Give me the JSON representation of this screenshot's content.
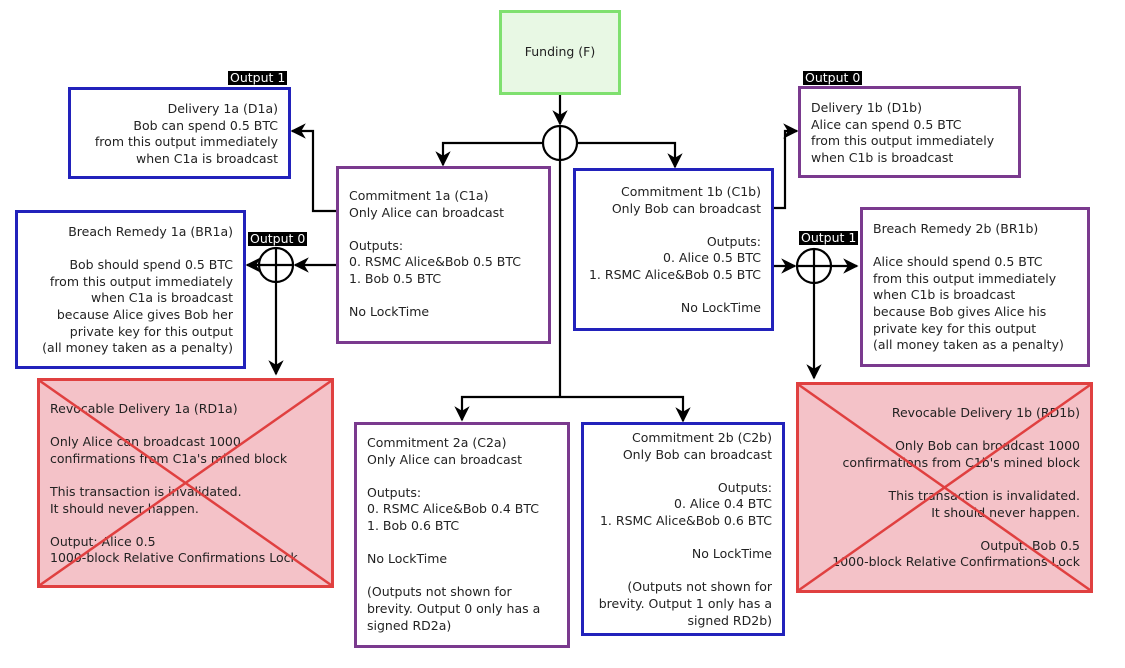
{
  "diagram": {
    "title": "Lightning Network commitment transaction tree",
    "colors": {
      "alice_side": "#7a3a8e",
      "bob_side": "#2222bb",
      "funding_border": "#7fe06f",
      "funding_fill": "#e8f8e4",
      "invalidated_border": "#e04040",
      "invalidated_fill": "#f4c2c8",
      "wire": "#000000"
    },
    "funding": {
      "label": "Funding (F)"
    },
    "output_tags": {
      "d1a": "Output 1",
      "d1b": "Output 0",
      "c1a_split": "Output 0",
      "c1b_split": "Output 1"
    },
    "d1a": {
      "lines": [
        "Delivery 1a (D1a)",
        "Bob can spend 0.5 BTC",
        "from this output immediately",
        "when C1a is broadcast"
      ]
    },
    "d1b": {
      "lines": [
        "Delivery 1b (D1b)",
        "Alice can spend 0.5 BTC",
        "from this output immediately",
        "when C1b is broadcast"
      ]
    },
    "c1a": {
      "lines": [
        "Commitment 1a (C1a)",
        "Only Alice can broadcast",
        "",
        "Outputs:",
        "0. RSMC Alice&Bob 0.5 BTC",
        "1. Bob 0.5 BTC",
        "",
        "No LockTime"
      ]
    },
    "c1b": {
      "lines": [
        "Commitment 1b (C1b)",
        "Only Bob can broadcast",
        "",
        "Outputs:",
        "0. Alice 0.5 BTC",
        "1. RSMC Alice&Bob 0.5 BTC",
        "",
        "No LockTime"
      ]
    },
    "br1a": {
      "lines": [
        "Breach Remedy 1a (BR1a)",
        "",
        "Bob should spend 0.5 BTC",
        "from this output immediately",
        "when C1a is broadcast",
        "because Alice gives Bob her",
        "private key for this output",
        "(all money taken as a penalty)"
      ]
    },
    "br1b": {
      "lines": [
        "Breach Remedy 2b (BR1b)",
        "",
        "Alice should spend 0.5 BTC",
        "from this output immediately",
        "when C1b is broadcast",
        "because Bob gives Alice his",
        "private key for this output",
        "(all money taken as a penalty)"
      ]
    },
    "rd1a": {
      "invalidated": true,
      "lines": [
        "Revocable Delivery 1a (RD1a)",
        "",
        "Only Alice can broadcast 1000",
        "confirmations from C1a's mined block",
        "",
        "This transaction is invalidated.",
        "It should never happen.",
        "",
        "Output: Alice 0.5",
        "1000-block Relative Confirmations Lock"
      ]
    },
    "rd1b": {
      "invalidated": true,
      "lines": [
        "Revocable Delivery 1b (RD1b)",
        "",
        "Only Bob can broadcast 1000",
        "confirmations from C1b's mined block",
        "",
        "This transaction is invalidated.",
        "It should never happen.",
        "",
        "Output: Bob 0.5",
        "1000-block Relative Confirmations Lock"
      ]
    },
    "c2a": {
      "lines": [
        "Commitment 2a (C2a)",
        "Only Alice can broadcast",
        "",
        "Outputs:",
        "0. RSMC Alice&Bob 0.4 BTC",
        "1. Bob 0.6 BTC",
        "",
        "No LockTime",
        "",
        "(Outputs not shown for",
        "brevity. Output 0 only has a",
        "signed RD2a)"
      ]
    },
    "c2b": {
      "lines": [
        "Commitment 2b (C2b)",
        "Only Bob can broadcast",
        "",
        "Outputs:",
        "0. Alice 0.4 BTC",
        "1. RSMC Alice&Bob 0.6 BTC",
        "",
        "No LockTime",
        "",
        "(Outputs not shown for",
        "brevity. Output 1 only has a",
        "signed RD2b)"
      ]
    }
  }
}
